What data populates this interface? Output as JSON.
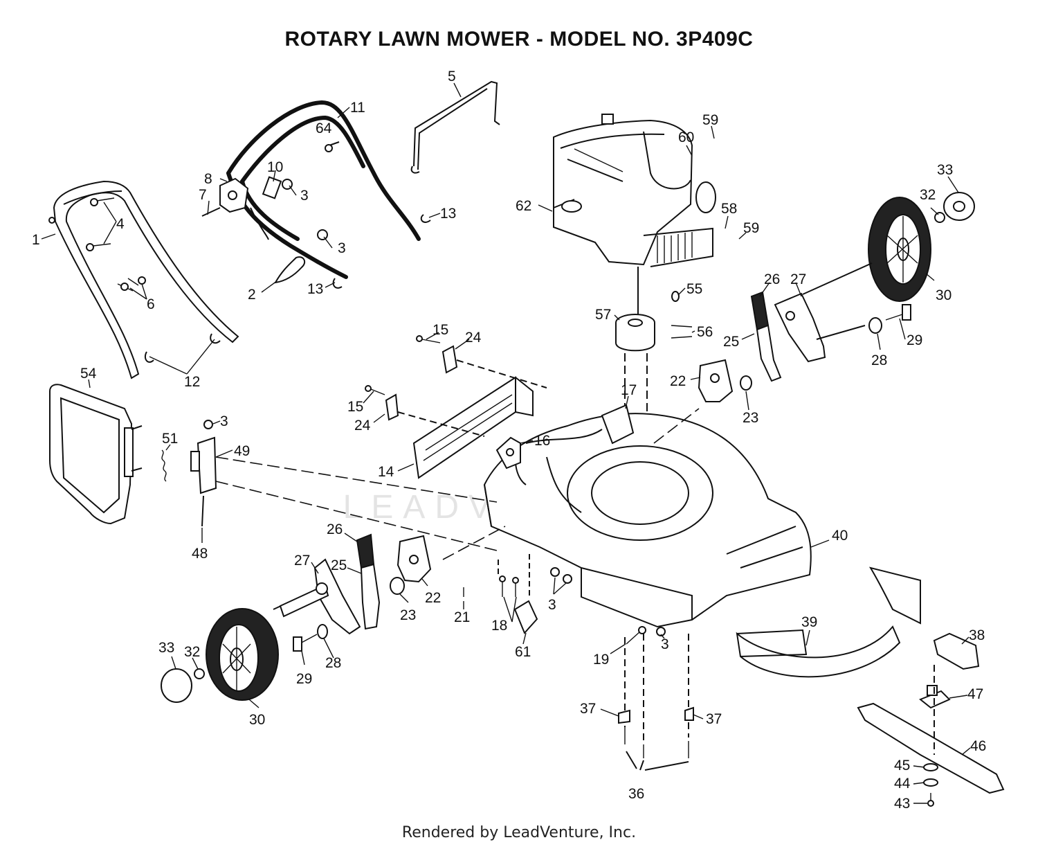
{
  "title": "ROTARY LAWN MOWER - MODEL NO.  3P409C",
  "footer": "Rendered by LeadVenture, Inc.",
  "watermark": "LEADVENTURE",
  "callouts": [
    {
      "id": "c5",
      "label": "5"
    },
    {
      "id": "c11",
      "label": "11"
    },
    {
      "id": "c64",
      "label": "64"
    },
    {
      "id": "c10",
      "label": "10"
    },
    {
      "id": "c8",
      "label": "8"
    },
    {
      "id": "c7",
      "label": "7"
    },
    {
      "id": "c3a",
      "label": "3"
    },
    {
      "id": "c13a",
      "label": "13"
    },
    {
      "id": "c4",
      "label": "4"
    },
    {
      "id": "c1",
      "label": "1"
    },
    {
      "id": "c3b",
      "label": "3"
    },
    {
      "id": "c2",
      "label": "2"
    },
    {
      "id": "c13b",
      "label": "13"
    },
    {
      "id": "c6",
      "label": "6"
    },
    {
      "id": "c12",
      "label": "12"
    },
    {
      "id": "c59a",
      "label": "59"
    },
    {
      "id": "c60",
      "label": "60"
    },
    {
      "id": "c33a",
      "label": "33"
    },
    {
      "id": "c32a",
      "label": "32"
    },
    {
      "id": "c62",
      "label": "62"
    },
    {
      "id": "c58",
      "label": "58"
    },
    {
      "id": "c59b",
      "label": "59"
    },
    {
      "id": "c26a",
      "label": "26"
    },
    {
      "id": "c27a",
      "label": "27"
    },
    {
      "id": "c30a",
      "label": "30"
    },
    {
      "id": "c55",
      "label": "55"
    },
    {
      "id": "c57",
      "label": "57"
    },
    {
      "id": "c56",
      "label": "56"
    },
    {
      "id": "c25a",
      "label": "25"
    },
    {
      "id": "c29a",
      "label": "29"
    },
    {
      "id": "c28a",
      "label": "28"
    },
    {
      "id": "c15a",
      "label": "15"
    },
    {
      "id": "c24a",
      "label": "24"
    },
    {
      "id": "c22a",
      "label": "22"
    },
    {
      "id": "c23a",
      "label": "23"
    },
    {
      "id": "c17",
      "label": "17"
    },
    {
      "id": "c54",
      "label": "54"
    },
    {
      "id": "c15b",
      "label": "15"
    },
    {
      "id": "c24b",
      "label": "24"
    },
    {
      "id": "c3c",
      "label": "3"
    },
    {
      "id": "c51",
      "label": "51"
    },
    {
      "id": "c49",
      "label": "49"
    },
    {
      "id": "c16",
      "label": "16"
    },
    {
      "id": "c14",
      "label": "14"
    },
    {
      "id": "c48",
      "label": "48"
    },
    {
      "id": "c26b",
      "label": "26"
    },
    {
      "id": "c27b",
      "label": "27"
    },
    {
      "id": "c25b",
      "label": "25"
    },
    {
      "id": "c40",
      "label": "40"
    },
    {
      "id": "c22b",
      "label": "22"
    },
    {
      "id": "c23b",
      "label": "23"
    },
    {
      "id": "c21",
      "label": "21"
    },
    {
      "id": "c18",
      "label": "18"
    },
    {
      "id": "c3d",
      "label": "3"
    },
    {
      "id": "c39",
      "label": "39"
    },
    {
      "id": "c38",
      "label": "38"
    },
    {
      "id": "c33b",
      "label": "33"
    },
    {
      "id": "c32b",
      "label": "32"
    },
    {
      "id": "c29b",
      "label": "29"
    },
    {
      "id": "c28b",
      "label": "28"
    },
    {
      "id": "c61",
      "label": "61"
    },
    {
      "id": "c19",
      "label": "19"
    },
    {
      "id": "c3e",
      "label": "3"
    },
    {
      "id": "c30b",
      "label": "30"
    },
    {
      "id": "c47",
      "label": "47"
    },
    {
      "id": "c37a",
      "label": "37"
    },
    {
      "id": "c37b",
      "label": "37"
    },
    {
      "id": "c46",
      "label": "46"
    },
    {
      "id": "c45",
      "label": "45"
    },
    {
      "id": "c44",
      "label": "44"
    },
    {
      "id": "c43",
      "label": "43"
    },
    {
      "id": "c36",
      "label": "36"
    }
  ]
}
